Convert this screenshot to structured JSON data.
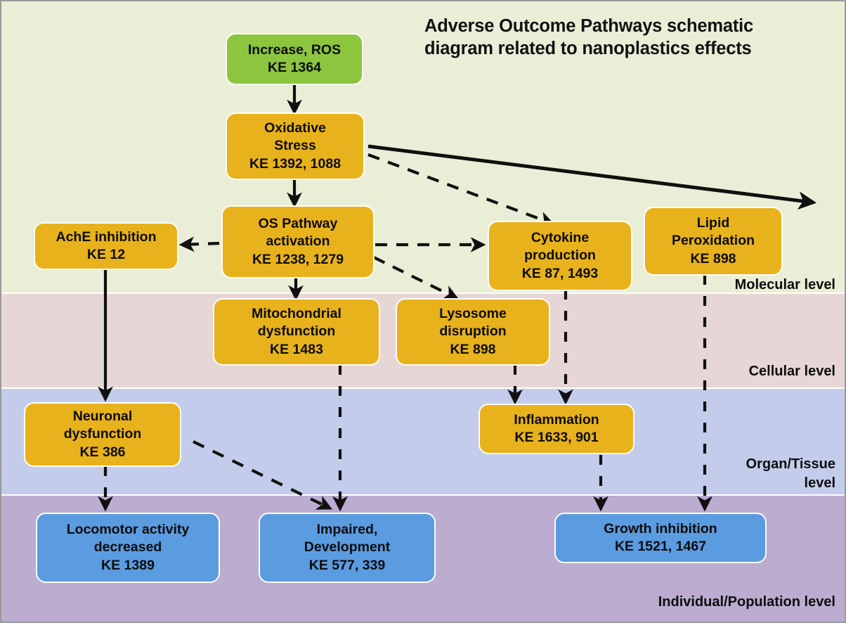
{
  "title": {
    "line1": "Adverse Outcome Pathways schematic",
    "line2": "diagram related to nanoplastics effects"
  },
  "colors": {
    "initiating_event": "#8cc63f",
    "key_event": "#e8b21c",
    "adverse_outcome": "#5b9bdf",
    "band_molecular": "#eaeed7",
    "band_cellular": "#e7d6d6",
    "band_organ": "#c3cdeb",
    "band_individual": "#bbacd0"
  },
  "levels": [
    {
      "id": "molecular",
      "label": "Molecular level"
    },
    {
      "id": "cellular",
      "label": "Cellular level"
    },
    {
      "id": "organ",
      "label": "Organ/Tissue\nlevel"
    },
    {
      "id": "individual",
      "label": "Individual/Population level"
    }
  ],
  "nodes": [
    {
      "id": "ros",
      "type": "initiating_event",
      "level": "molecular",
      "lines": [
        "Increase, ROS",
        "KE 1364"
      ]
    },
    {
      "id": "oxidative",
      "type": "key_event",
      "level": "molecular",
      "lines": [
        "Oxidative",
        "Stress",
        "KE 1392, 1088"
      ]
    },
    {
      "id": "ache",
      "type": "key_event",
      "level": "molecular",
      "lines": [
        "AchE inhibition",
        "KE 12"
      ]
    },
    {
      "id": "ospathway",
      "type": "key_event",
      "level": "molecular",
      "lines": [
        "OS Pathway",
        "activation",
        "KE 1238, 1279"
      ]
    },
    {
      "id": "cytokine",
      "type": "key_event",
      "level": "molecular",
      "lines": [
        "Cytokine",
        "production",
        "KE 87, 1493"
      ]
    },
    {
      "id": "lipid",
      "type": "key_event",
      "level": "molecular",
      "lines": [
        "Lipid",
        "Peroxidation",
        "KE 898"
      ]
    },
    {
      "id": "mito",
      "type": "key_event",
      "level": "cellular",
      "lines": [
        "Mitochondrial",
        "dysfunction",
        "KE 1483"
      ]
    },
    {
      "id": "lysosome",
      "type": "key_event",
      "level": "cellular",
      "lines": [
        "Lysosome",
        "disruption",
        "KE 898"
      ]
    },
    {
      "id": "neuronal",
      "type": "key_event",
      "level": "organ",
      "lines": [
        "Neuronal",
        "dysfunction",
        "KE 386"
      ]
    },
    {
      "id": "inflammation",
      "type": "key_event",
      "level": "organ",
      "lines": [
        "Inflammation",
        "KE 1633, 901"
      ]
    },
    {
      "id": "locomotor",
      "type": "adverse_outcome",
      "level": "individual",
      "lines": [
        "Locomotor activity",
        "decreased",
        "KE 1389"
      ]
    },
    {
      "id": "impaired",
      "type": "adverse_outcome",
      "level": "individual",
      "lines": [
        "Impaired,",
        "Development",
        "KE 577, 339"
      ]
    },
    {
      "id": "growth",
      "type": "adverse_outcome",
      "level": "individual",
      "lines": [
        "Growth inhibition",
        "KE 1521, 1467"
      ]
    }
  ],
  "edges": [
    {
      "from": "ros",
      "to": "oxidative",
      "style": "solid"
    },
    {
      "from": "oxidative",
      "to": "ospathway",
      "style": "solid"
    },
    {
      "from": "oxidative",
      "to": "lipid",
      "style": "solid"
    },
    {
      "from": "oxidative",
      "to": "cytokine",
      "style": "dashed"
    },
    {
      "from": "ospathway",
      "to": "ache",
      "style": "dashed"
    },
    {
      "from": "ospathway",
      "to": "cytokine",
      "style": "dashed"
    },
    {
      "from": "ospathway",
      "to": "lysosome",
      "style": "dashed"
    },
    {
      "from": "ospathway",
      "to": "mito",
      "style": "solid"
    },
    {
      "from": "ache",
      "to": "neuronal",
      "style": "solid"
    },
    {
      "from": "mito",
      "to": "impaired",
      "style": "dashed"
    },
    {
      "from": "lysosome",
      "to": "inflammation",
      "style": "dashed"
    },
    {
      "from": "cytokine",
      "to": "inflammation",
      "style": "dashed"
    },
    {
      "from": "lipid",
      "to": "growth",
      "style": "dashed"
    },
    {
      "from": "neuronal",
      "to": "locomotor",
      "style": "dashed"
    },
    {
      "from": "neuronal",
      "to": "impaired",
      "style": "dashed"
    },
    {
      "from": "inflammation",
      "to": "growth",
      "style": "dashed"
    }
  ]
}
